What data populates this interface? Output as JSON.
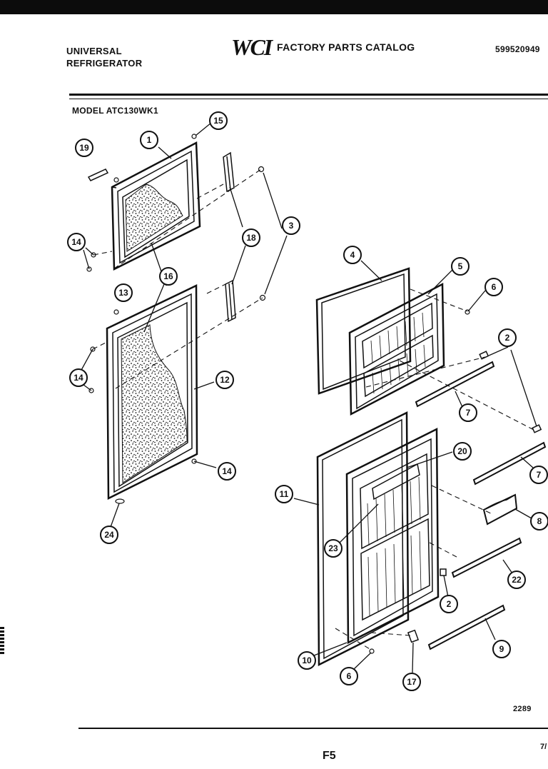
{
  "header": {
    "brand_line1": "UNIVERSAL",
    "brand_line2": "REFRIGERATOR",
    "logo": "WCI",
    "catalog_title": "FACTORY PARTS CATALOG",
    "part_number": "599520949"
  },
  "model_label": "MODEL ATC130WK1",
  "diagram_code": "2289",
  "page_label": "F5",
  "date_fragment": "7/",
  "callouts": [
    "1",
    "15",
    "19",
    "3",
    "18",
    "14",
    "16",
    "13",
    "14",
    "12",
    "14",
    "24",
    "4",
    "5",
    "6",
    "2",
    "7",
    "7",
    "11",
    "20",
    "8",
    "23",
    "22",
    "2",
    "10",
    "6",
    "17",
    "9"
  ]
}
